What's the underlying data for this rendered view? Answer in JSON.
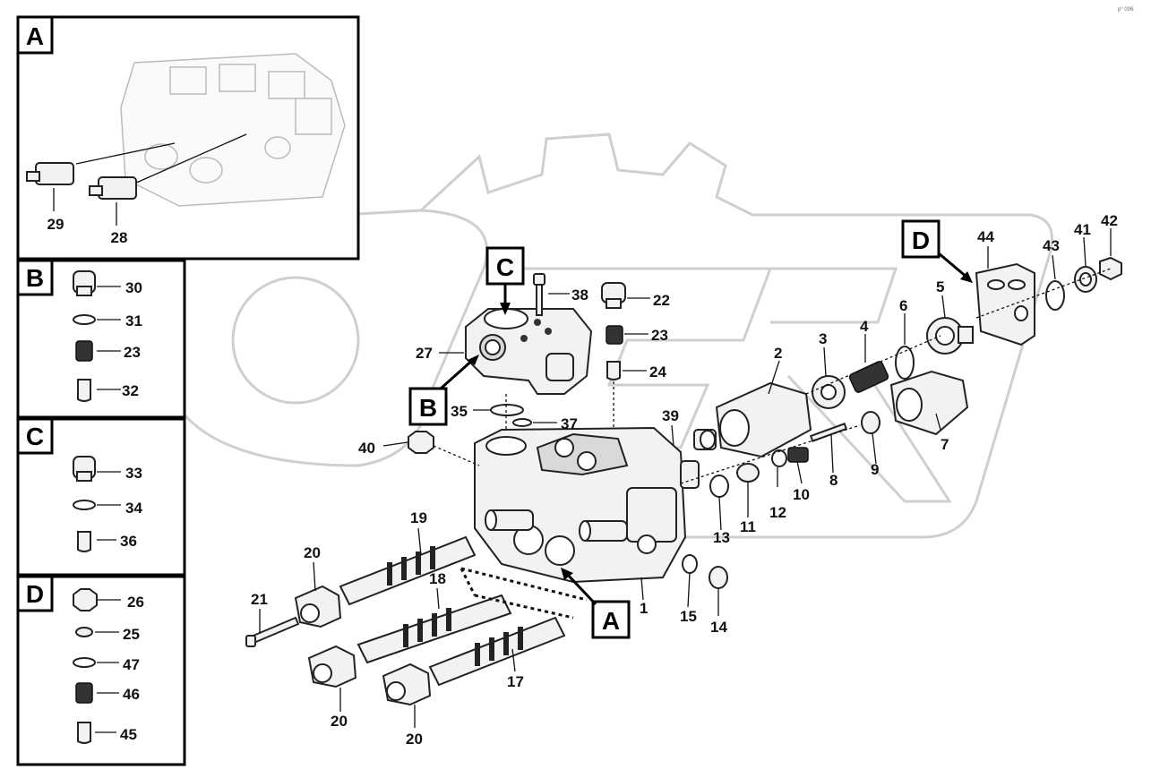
{
  "corner_code": "p° 006",
  "boxes": {
    "A": "A",
    "B": "B",
    "C": "C",
    "D": "D"
  },
  "callouts": {
    "C": "C",
    "B": "B",
    "A": "A",
    "D": "D"
  },
  "insetA": {
    "p29": "29",
    "p28": "28"
  },
  "insetB": {
    "p30": "30",
    "p31": "31",
    "p23": "23",
    "p32": "32"
  },
  "insetC": {
    "p33": "33",
    "p34": "34",
    "p36": "36"
  },
  "insetD": {
    "p26": "26",
    "p25": "25",
    "p47": "47",
    "p46": "46",
    "p45": "45"
  },
  "main": {
    "p1": "1",
    "p2": "2",
    "p3": "3",
    "p4": "4",
    "p5": "5",
    "p6": "6",
    "p7": "7",
    "p8": "8",
    "p9": "9",
    "p10": "10",
    "p11": "11",
    "p12": "12",
    "p13": "13",
    "p14": "14",
    "p15": "15",
    "p17": "17",
    "p18": "18",
    "p19": "19",
    "p20a": "20",
    "p20b": "20",
    "p20c": "20",
    "p21": "21",
    "p22": "22",
    "p23": "23",
    "p24": "24",
    "p27": "27",
    "p35": "35",
    "p37": "37",
    "p38": "38",
    "p39": "39",
    "p40": "40",
    "p41": "41",
    "p42": "42",
    "p43": "43",
    "p44": "44"
  }
}
